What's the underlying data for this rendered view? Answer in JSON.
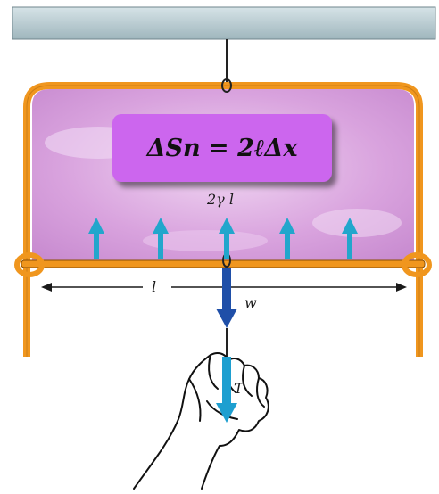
{
  "formula": "ΔSn = 2ℓΔx",
  "labels": {
    "surface_force": "2γ l",
    "length": "l",
    "weight": "w",
    "tension": "T"
  },
  "colors": {
    "ceiling": "#bcd0d6",
    "frame": "#f0961e",
    "film": "#dca8e2",
    "formula_box": "#cc66ee",
    "force_arrows": "#22a6cc",
    "weight_arrow": "#1f4fa8",
    "tension_arrow": "#1e9fd0"
  },
  "icons": {
    "hand": "hand-gripping-string-icon"
  }
}
